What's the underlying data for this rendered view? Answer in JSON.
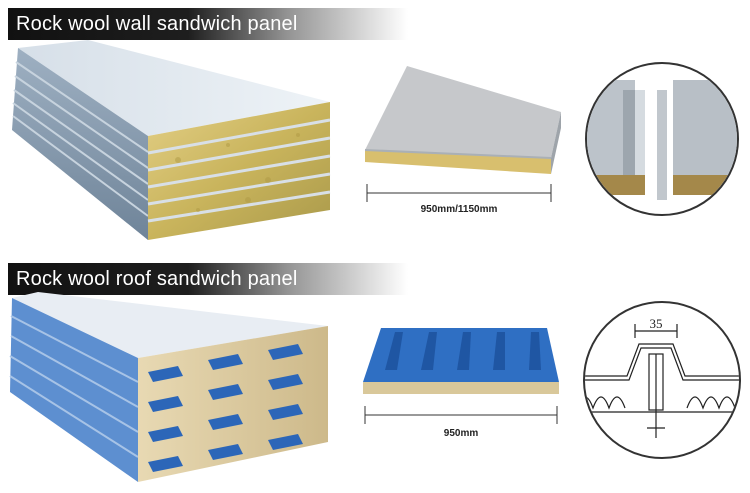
{
  "sections": [
    {
      "title": "Rock wool wall sandwich panel",
      "width_label": "950mm/1150mm"
    },
    {
      "title": "Rock wool roof sandwich panel",
      "width_label": "950mm",
      "detail_dimension": "35"
    }
  ],
  "colors": {
    "wall_steel": "#cfd8e1",
    "roof_steel": "#2f6fc3",
    "rock_wool": "#d8c07a"
  }
}
